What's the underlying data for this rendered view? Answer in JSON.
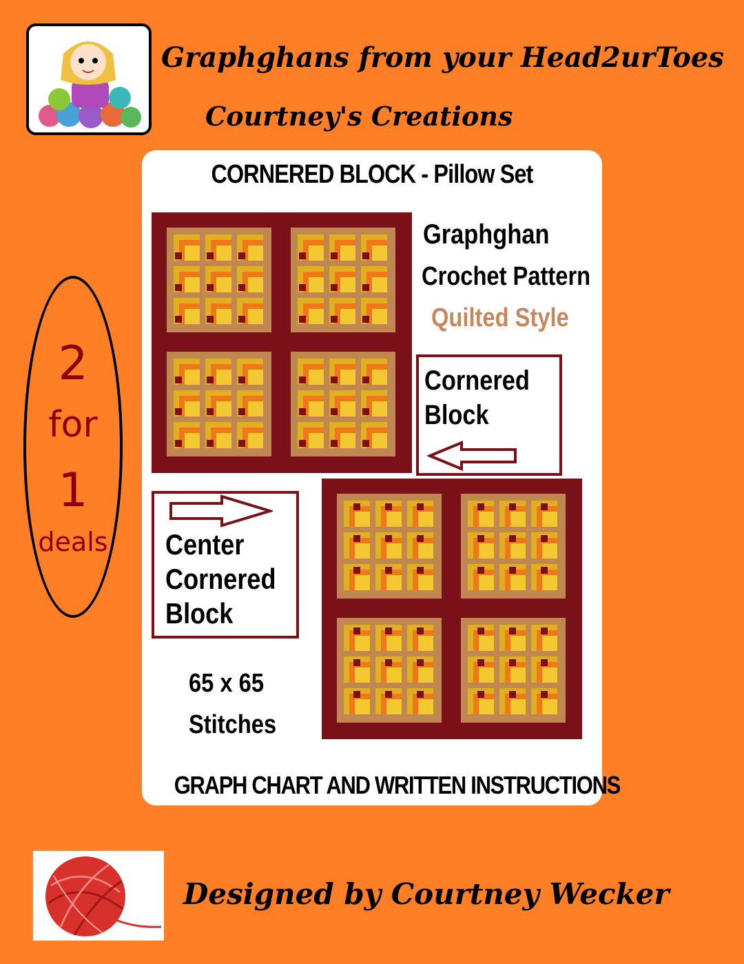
{
  "header": {
    "line1": "Graphghans from your Head2urToes",
    "line2": "Courtney's Creations"
  },
  "card": {
    "title": "CORNERED BLOCK - Pillow Set",
    "right_label_1": "Graphghan",
    "right_label_2": "Crochet Pattern",
    "right_label_3": "Quilted Style",
    "box_top_line1": "Cornered",
    "box_top_line2": "Block",
    "box_left_line1": "Center",
    "box_left_line2": "Cornered",
    "box_left_line3": "Block",
    "stitch_line1": "65 x 65",
    "stitch_line2": "Stitches",
    "bottom": "GRAPH CHART AND WRITTEN INSTRUCTIONS"
  },
  "promo": {
    "num1": "2",
    "word": "for",
    "num2": "1",
    "deals": "deals"
  },
  "footer": {
    "designer": "Designed by Courtney Wecker"
  },
  "colors": {
    "background": "#ff7f27",
    "maroon": "#7a1018",
    "tan": "#c08850",
    "gold": "#e0b020",
    "orange": "#f07818",
    "yellow": "#f4c830",
    "quilted_style": "#c8875a",
    "promo_text": "#8b0000"
  }
}
